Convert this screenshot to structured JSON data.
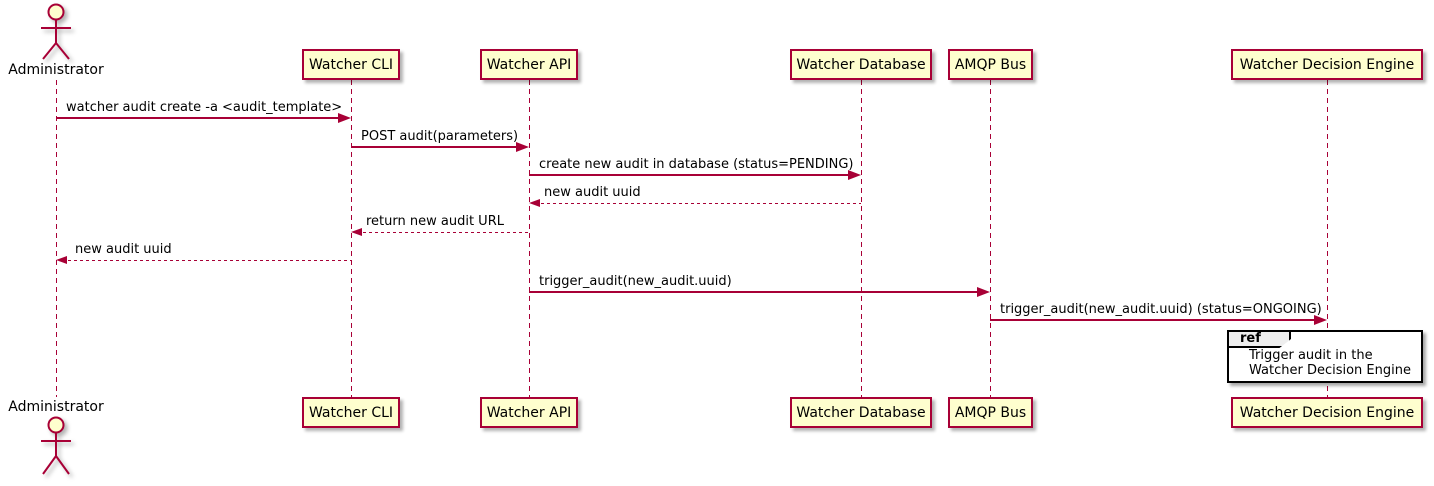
{
  "diagram": {
    "kind": "sequence-diagram",
    "background": "#FFFFFF"
  },
  "colors": {
    "participant_fill": "#FEFECE",
    "participant_border": "#A80036",
    "lifeline": "#A80036",
    "arrow": "#A80036",
    "text": "#000000",
    "ref_border": "#000000",
    "ref_tab_fill": "#EEEEEE",
    "ref_fill": "#FFFFFF"
  },
  "actor": {
    "name": "Administrator"
  },
  "participants": [
    {
      "name": "Watcher CLI"
    },
    {
      "name": "Watcher API"
    },
    {
      "name": "Watcher Database"
    },
    {
      "name": "AMQP Bus"
    },
    {
      "name": "Watcher Decision Engine"
    }
  ],
  "messages": [
    {
      "from": "Administrator",
      "to": "Watcher CLI",
      "label": "watcher audit create -a <audit_template>",
      "line": "solid"
    },
    {
      "from": "Watcher CLI",
      "to": "Watcher API",
      "label": "POST audit(parameters)",
      "line": "solid"
    },
    {
      "from": "Watcher API",
      "to": "Watcher Database",
      "label": "create new audit in database (status=PENDING)",
      "line": "solid"
    },
    {
      "from": "Watcher Database",
      "to": "Watcher API",
      "label": "new audit uuid",
      "line": "dashed"
    },
    {
      "from": "Watcher API",
      "to": "Watcher CLI",
      "label": "return new audit URL",
      "line": "dashed"
    },
    {
      "from": "Watcher CLI",
      "to": "Administrator",
      "label": "new audit uuid",
      "line": "dashed"
    },
    {
      "from": "Watcher API",
      "to": "AMQP Bus",
      "label": "trigger_audit(new_audit.uuid)",
      "line": "solid"
    },
    {
      "from": "AMQP Bus",
      "to": "Watcher Decision Engine",
      "label": "trigger_audit(new_audit.uuid) (status=ONGOING)",
      "line": "solid"
    }
  ],
  "ref_fragment": {
    "keyword": "ref",
    "line1": "Trigger audit in the",
    "line2": "Watcher Decision Engine",
    "over": "Watcher Decision Engine"
  }
}
